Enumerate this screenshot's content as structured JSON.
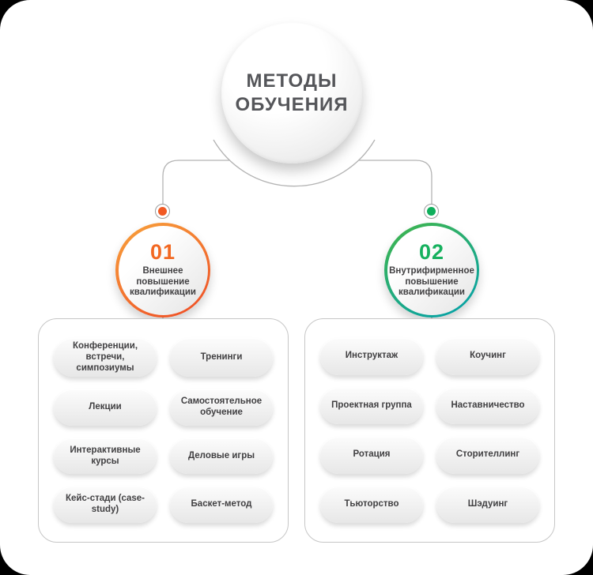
{
  "title": "МЕТОДЫ ОБУЧЕНИЯ",
  "branches": [
    {
      "number": "01",
      "label": "Внешнее повышение квалификации",
      "accent": "#f26822",
      "items": [
        "Конференции, встречи, симпозиумы",
        "Тренинги",
        "Лекции",
        "Самостоятельное обучение",
        "Интерактивные курсы",
        "Деловые игры",
        "Кейс-стади (case-study)",
        "Баскет-метод"
      ]
    },
    {
      "number": "02",
      "label": "Внутрифирменное повышение квалификации",
      "accent": "#16b15e",
      "items": [
        "Инструктаж",
        "Коучинг",
        "Проектная группа",
        "Наставничество",
        "Ротация",
        "Сторителлинг",
        "Тьюторство",
        "Шэдуинг"
      ]
    }
  ],
  "colors": {
    "bg": "#000000",
    "surface": "#ffffff",
    "title_text": "#55565a",
    "label_text": "#414042",
    "line": "#b3b3b3",
    "panel_border": "#c6c6c6",
    "orange": "#f26822",
    "orange_grad_a": "#f8a33c",
    "orange_grad_b": "#ee4923",
    "orange_dot": "#f15a24",
    "green": "#16b15e",
    "green_grad_a": "#43b649",
    "green_grad_b": "#00a0ae",
    "green_dot": "#10af5c",
    "pill_a": "#fcfcfc",
    "pill_b": "#e7e7e7"
  }
}
